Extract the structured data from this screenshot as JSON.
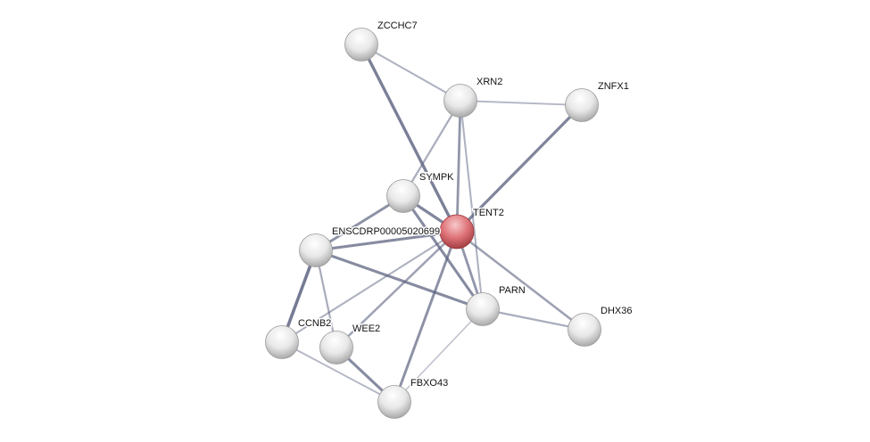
{
  "network": {
    "query_protein": "TENT2",
    "colors": {
      "query": "#d9656a",
      "node": "#e6e6e6",
      "edge": "#5c6380"
    },
    "nodes": [
      {
        "id": "ZCCHC7",
        "label": "ZCCHC7"
      },
      {
        "id": "XRN2",
        "label": "XRN2"
      },
      {
        "id": "ZNFX1",
        "label": "ZNFX1"
      },
      {
        "id": "SYMPK",
        "label": "SYMPK"
      },
      {
        "id": "TENT2",
        "label": "TENT2"
      },
      {
        "id": "ENSC",
        "label": "ENSCDRP00005020699"
      },
      {
        "id": "PARN",
        "label": "PARN"
      },
      {
        "id": "DHX36",
        "label": "DHX36"
      },
      {
        "id": "CCNB2",
        "label": "CCNB2"
      },
      {
        "id": "WEE2",
        "label": "WEE2"
      },
      {
        "id": "FBXO43",
        "label": "FBXO43"
      }
    ],
    "edges": [
      {
        "a": "ZCCHC7",
        "b": "TENT2",
        "w": 0.8
      },
      {
        "a": "ZCCHC7",
        "b": "XRN2",
        "w": 0.35
      },
      {
        "a": "XRN2",
        "b": "ZNFX1",
        "w": 0.3
      },
      {
        "a": "XRN2",
        "b": "TENT2",
        "w": 0.6
      },
      {
        "a": "XRN2",
        "b": "SYMPK",
        "w": 0.4
      },
      {
        "a": "XRN2",
        "b": "PARN",
        "w": 0.35
      },
      {
        "a": "ZNFX1",
        "b": "TENT2",
        "w": 0.75
      },
      {
        "a": "SYMPK",
        "b": "TENT2",
        "w": 0.75
      },
      {
        "a": "SYMPK",
        "b": "ENSC",
        "w": 0.65
      },
      {
        "a": "SYMPK",
        "b": "PARN",
        "w": 0.7
      },
      {
        "a": "TENT2",
        "b": "ENSC",
        "w": 0.7
      },
      {
        "a": "TENT2",
        "b": "PARN",
        "w": 0.6
      },
      {
        "a": "TENT2",
        "b": "DHX36",
        "w": 0.5
      },
      {
        "a": "TENT2",
        "b": "CCNB2",
        "w": 0.35
      },
      {
        "a": "TENT2",
        "b": "WEE2",
        "w": 0.5
      },
      {
        "a": "TENT2",
        "b": "FBXO43",
        "w": 0.65
      },
      {
        "a": "ENSC",
        "b": "PARN",
        "w": 0.7
      },
      {
        "a": "ENSC",
        "b": "CCNB2",
        "w": 0.85
      },
      {
        "a": "ENSC",
        "b": "WEE2",
        "w": 0.4
      },
      {
        "a": "PARN",
        "b": "DHX36",
        "w": 0.4
      },
      {
        "a": "PARN",
        "b": "FBXO43",
        "w": 0.2
      },
      {
        "a": "CCNB2",
        "b": "FBXO43",
        "w": 0.3
      },
      {
        "a": "WEE2",
        "b": "FBXO43",
        "w": 0.7
      }
    ]
  }
}
